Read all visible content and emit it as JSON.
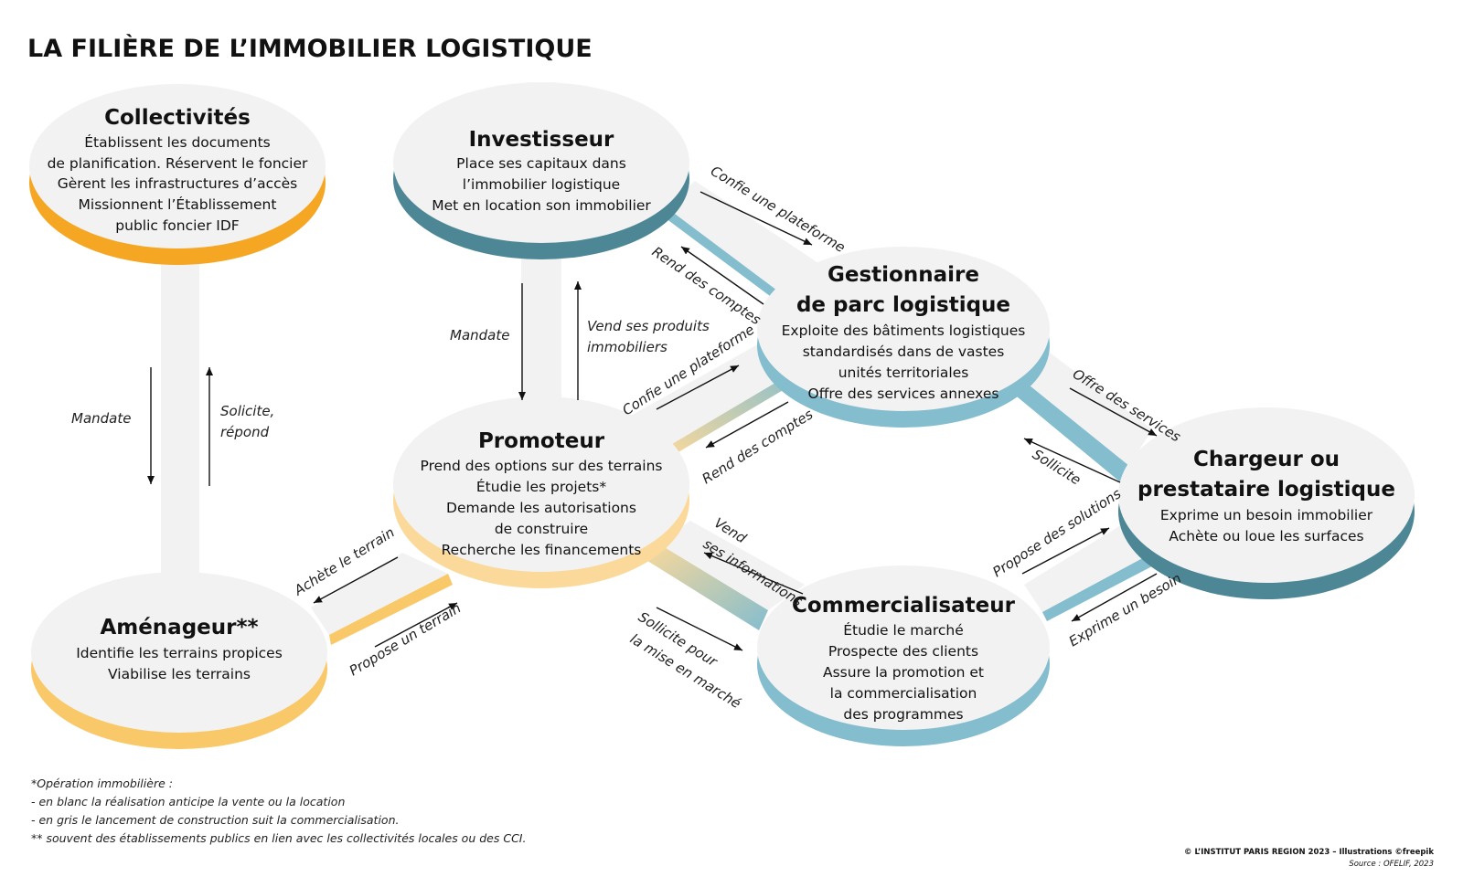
{
  "title": "LA FILIÈRE DE L’IMMOBILIER LOGISTIQUE",
  "colors": {
    "orange": "#f5a623",
    "light_orange": "#f9c868",
    "pale_orange": "#fbd99a",
    "teal": "#4d8796",
    "light_blue": "#84bdce",
    "disc_top": "#f2f2f2",
    "connector": "#f2f2f2"
  },
  "nodes": {
    "collectivites": {
      "title": "Collectivités",
      "lines": [
        "Établissent les documents",
        "de planification. Réservent le foncier",
        "Gèrent les infrastructures d’accès",
        "Missionnent l’Établissement",
        "public foncier IDF"
      ]
    },
    "investisseur": {
      "title": "Investisseur",
      "lines": [
        "Place ses capitaux dans",
        "l’immobilier logistique",
        "Met en location son immobilier"
      ]
    },
    "gestionnaire": {
      "title": "Gestionnaire",
      "title2": "de parc logistique",
      "lines": [
        "Exploite des bâtiments logistiques",
        "standardisés dans de vastes",
        "unités territoriales",
        "Offre des services annexes"
      ]
    },
    "promoteur": {
      "title": "Promoteur",
      "lines": [
        "Prend des options sur des terrains",
        "Étudie les projets*",
        "Demande les autorisations",
        "de construire",
        "Recherche les financements"
      ]
    },
    "chargeur": {
      "title": "Chargeur ou",
      "title2": "prestataire logistique",
      "lines": [
        "Exprime un besoin immobilier",
        "Achète ou loue les surfaces"
      ]
    },
    "amenageur": {
      "title": "Aménageur**",
      "lines": [
        "Identifie les terrains propices",
        "Viabilise les terrains"
      ]
    },
    "commercialisateur": {
      "title": "Commercialisateur",
      "lines": [
        "Étudie le marché",
        "Prospecte des clients",
        "Assure la promotion et",
        "la commercialisation",
        "des programmes"
      ]
    }
  },
  "edges": {
    "mandate_coll": "Mandate",
    "solicite_1": "Solicite,",
    "solicite_2": "répond",
    "mandate_inv": "Mandate",
    "vend_produits_1": "Vend ses produits",
    "vend_produits_2": "immobiliers",
    "confie_inv_gest": "Confie une plateforme",
    "rend_gest_inv": "Rend des comptes",
    "confie_prom_gest": "Confie une plateforme",
    "rend_gest_prom": "Rend des comptes",
    "offre_services": "Offre des services",
    "sollicite_charg": "Sollicite",
    "propose_solutions": "Propose des solutions",
    "exprime_besoin": "Exprime un besoin",
    "vend_infos_1": "Vend",
    "vend_infos_2": "ses informations",
    "sollicite_mise_1": "Sollicite pour",
    "sollicite_mise_2": "la mise en marché",
    "achete_terrain": "Achète le terrain",
    "propose_terrain": "Propose un terrain"
  },
  "footnotes": [
    "*Opération immobilière :",
    "- en blanc la réalisation anticipe la vente ou la location",
    "- en gris le lancement de construction suit la commercialisation.",
    "** souvent des établissements publics en lien avec les collectivités locales ou des CCI."
  ],
  "credit": "© L’INSTITUT PARIS REGION 2023 – Illustrations ©freepik",
  "source": "Source : OFELIF, 2023"
}
